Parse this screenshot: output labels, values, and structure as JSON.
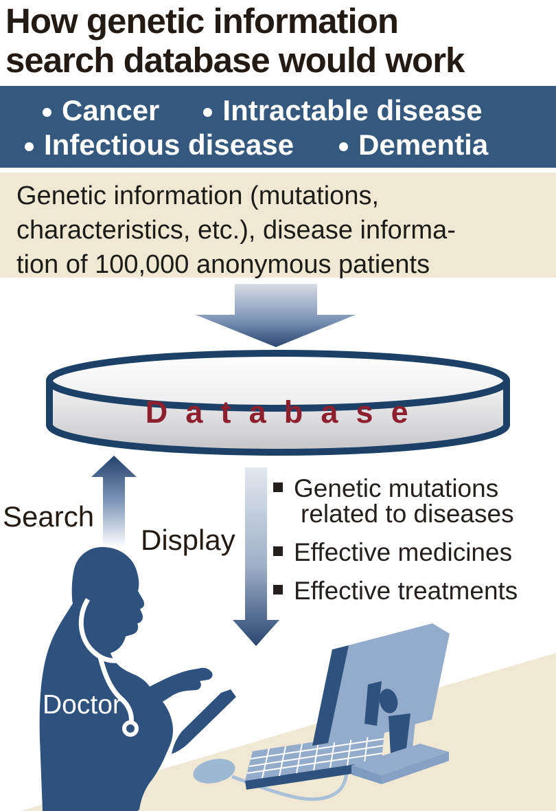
{
  "title": {
    "lines": [
      "How genetic information",
      "search database would work"
    ]
  },
  "banner": {
    "rows": [
      {
        "items": [
          "Cancer",
          "Intractable disease"
        ]
      },
      {
        "items": [
          "Infectious disease",
          "Dementia"
        ]
      }
    ]
  },
  "info_box": {
    "lines": [
      "Genetic information (mutations,",
      "characteristics, etc.), disease informa-",
      "tion of 100,000 anonymous patients"
    ]
  },
  "database": {
    "label": "Database"
  },
  "flow": {
    "search_label": "Search",
    "display_label": "Display"
  },
  "results_list": {
    "items": [
      {
        "lines": [
          "Genetic mutations",
          "related to diseases"
        ]
      },
      {
        "lines": [
          "Effective medicines"
        ]
      },
      {
        "lines": [
          "Effective treatments"
        ]
      }
    ]
  },
  "actors": {
    "doctor_label": "Doctor"
  },
  "icons": {
    "dot_bullet": "round white bullet",
    "square_bullet": "black square bullet",
    "big_down_arrow": "gradient arrow into database",
    "search_up_arrow": "fading up arrow",
    "display_down_arrow": "gradient down arrow",
    "database_cylinder": "database disc",
    "doctor_silhouette": "doctor with stethoscope",
    "computer": "desktop monitor rear view with keyboard and mouse"
  },
  "colors": {
    "banner_blue": "#35597e",
    "beige": "#f0e8d3",
    "navy_outline": "#1c4066",
    "arrow_dark": "#2a4671",
    "database_red": "#8e1f2f",
    "figure_blue": "#2e527d",
    "computer_light_blue": "#94accc",
    "title_black": "#241a14"
  }
}
